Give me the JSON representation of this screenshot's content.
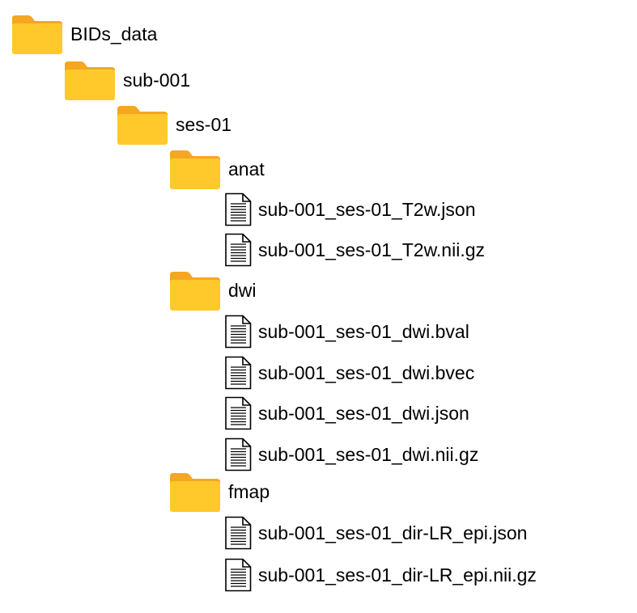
{
  "colors": {
    "folder_back": "#F5A623",
    "folder_front": "#FFC92C",
    "text": "#000000",
    "file_stroke": "#000000",
    "file_fill": "#FFFFFF"
  },
  "tree": {
    "root": {
      "label": "BIDs_data",
      "icon": "folder-icon"
    },
    "subject": {
      "label": "sub-001",
      "icon": "folder-icon"
    },
    "session": {
      "label": "ses-01",
      "icon": "folder-icon"
    },
    "anat": {
      "label": "anat",
      "icon": "folder-icon",
      "files": [
        {
          "label": "sub-001_ses-01_T2w.json",
          "icon": "file-icon"
        },
        {
          "label": "sub-001_ses-01_T2w.nii.gz",
          "icon": "file-icon"
        }
      ]
    },
    "dwi": {
      "label": "dwi",
      "icon": "folder-icon",
      "files": [
        {
          "label": "sub-001_ses-01_dwi.bval",
          "icon": "file-icon"
        },
        {
          "label": "sub-001_ses-01_dwi.bvec",
          "icon": "file-icon"
        },
        {
          "label": "sub-001_ses-01_dwi.json",
          "icon": "file-icon"
        },
        {
          "label": "sub-001_ses-01_dwi.nii.gz",
          "icon": "file-icon"
        }
      ]
    },
    "fmap": {
      "label": "fmap",
      "icon": "folder-icon",
      "files": [
        {
          "label": "sub-001_ses-01_dir-LR_epi.json",
          "icon": "file-icon"
        },
        {
          "label": "sub-001_ses-01_dir-LR_epi.nii.gz",
          "icon": "file-icon"
        }
      ]
    }
  }
}
